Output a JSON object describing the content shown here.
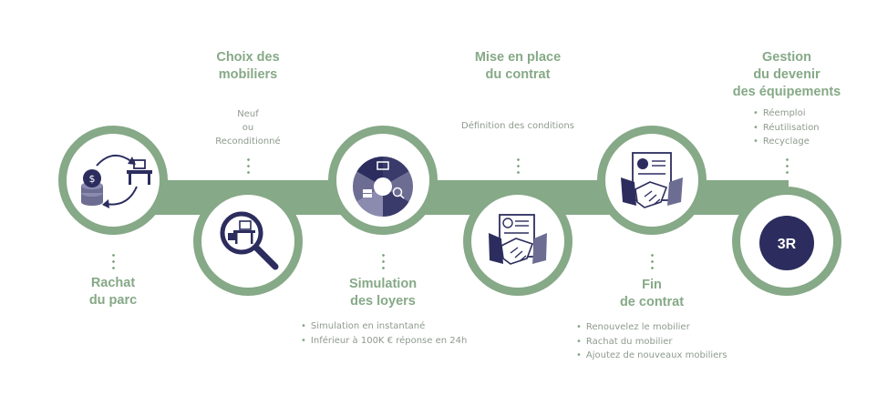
{
  "colors": {
    "green": "#86a987",
    "navy": "#2c2d5e",
    "slate": "#6d6d94",
    "text_gray": "#8e9a8e"
  },
  "steps": [
    {
      "id": "rachat",
      "icon": "money-exchange-icon",
      "title_lines": [
        "Rachat",
        "du parc"
      ]
    },
    {
      "id": "choix",
      "icon": "search-furniture-icon",
      "title_lines": [
        "Choix des",
        "mobiliers"
      ],
      "desc_lines": [
        "Neuf",
        "ou",
        "Reconditionné"
      ]
    },
    {
      "id": "simulation",
      "icon": "pie-segments-icon",
      "title_lines": [
        "Simulation",
        "des loyers"
      ],
      "bullets": [
        "Simulation en instantané",
        "Inférieur à 100K € réponse en 24h"
      ]
    },
    {
      "id": "contrat",
      "icon": "contract-handshake-icon",
      "title_lines": [
        "Mise en place",
        "du contrat"
      ],
      "desc_lines": [
        "Définition des conditions"
      ]
    },
    {
      "id": "fin",
      "icon": "handshake-document-icon",
      "title_lines": [
        "Fin",
        "de contrat"
      ],
      "bullets": [
        "Renouvelez le mobilier",
        "Rachat du mobilier",
        "Ajoutez de nouveaux mobiliers"
      ]
    },
    {
      "id": "gestion",
      "icon": "three-r-badge-icon",
      "badge": "3R",
      "title_lines": [
        "Gestion",
        "du devenir",
        "des équipements"
      ],
      "bullets": [
        "Réemploi",
        "Réutilisation",
        "Recyclage"
      ]
    }
  ]
}
